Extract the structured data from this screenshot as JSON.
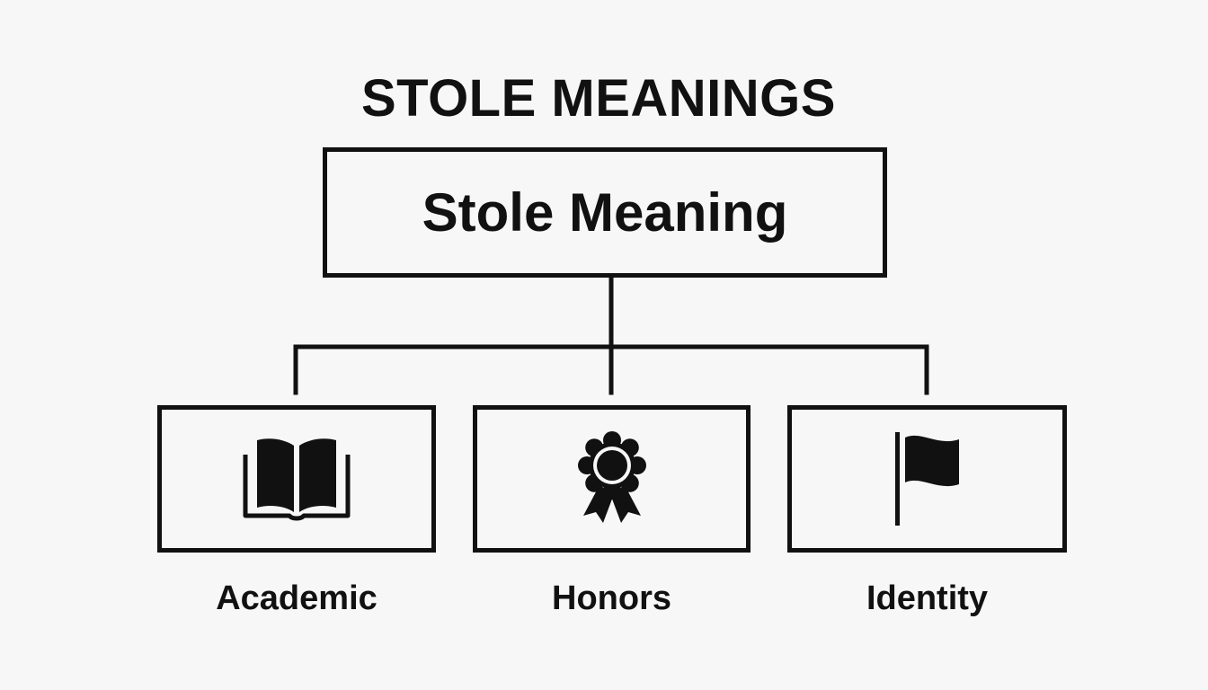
{
  "diagram": {
    "title": "STOLE MEANINGS",
    "root": {
      "label": "Stole Meaning"
    },
    "children": [
      {
        "label": "Academic",
        "icon": "open-book-icon"
      },
      {
        "label": "Honors",
        "icon": "award-ribbon-icon"
      },
      {
        "label": "Identity",
        "icon": "flag-icon"
      }
    ]
  }
}
